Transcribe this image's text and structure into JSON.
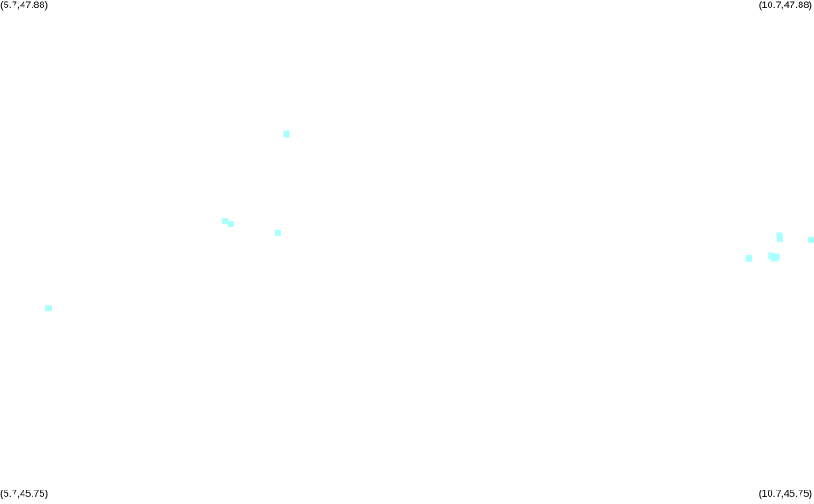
{
  "corners": {
    "top_left": "(5.7,47.88)",
    "top_right": "(10.7,47.88)",
    "bottom_left": "(5.7,45.75)",
    "bottom_right": "(10.7,45.75)"
  },
  "extent": {
    "lon_min": 5.7,
    "lon_max": 10.7,
    "lat_min": 45.75,
    "lat_max": 47.88
  },
  "colors": {
    "background": "#ffffff",
    "feature": "#aaffff"
  },
  "features": [
    {
      "lon": 7.461,
      "lat": 47.309
    },
    {
      "lon": 7.083,
      "lat": 46.936
    },
    {
      "lon": 7.119,
      "lat": 46.925
    },
    {
      "lon": 7.408,
      "lat": 46.887
    },
    {
      "lon": 5.998,
      "lat": 46.565
    },
    {
      "lon": 10.488,
      "lat": 46.877
    },
    {
      "lon": 10.491,
      "lat": 46.864
    },
    {
      "lon": 10.68,
      "lat": 46.856
    },
    {
      "lon": 10.438,
      "lat": 46.788
    },
    {
      "lon": 10.454,
      "lat": 46.78
    },
    {
      "lon": 10.467,
      "lat": 46.784
    },
    {
      "lon": 10.302,
      "lat": 46.779
    }
  ]
}
